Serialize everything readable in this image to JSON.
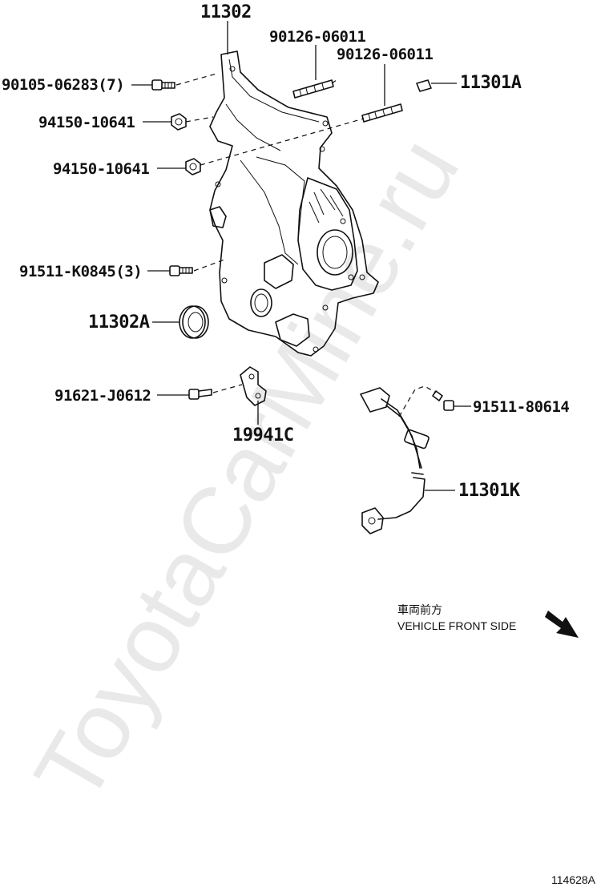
{
  "watermark": "ToyotaCarMine.ru",
  "callouts": {
    "p11302": "11302",
    "p90126_a": "90126-06011",
    "p90126_b": "90126-06011",
    "p90105": "90105-06283(7)",
    "p11301A": "11301A",
    "p94150_a": "94150-10641",
    "p94150_b": "94150-10641",
    "p91511_K": "91511-K0845(3)",
    "p11302A": "11302A",
    "p91621": "91621-J0612",
    "p91511_80614": "91511-80614",
    "p19941C": "19941C",
    "p11301K": "11301K"
  },
  "direction_note": {
    "japanese": "車両前方",
    "english": "VEHICLE FRONT SIDE"
  },
  "figure_id": "114628A"
}
